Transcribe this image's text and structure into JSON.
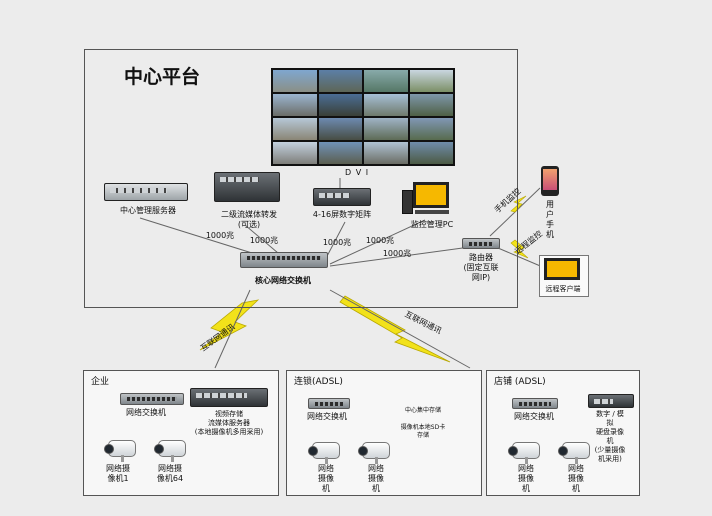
{
  "center": {
    "title": "中心平台",
    "mgmt_server": "中心管理服务器",
    "media_server": "二级流媒体转发\n(可选)",
    "matrix": "4-16屏数字矩阵",
    "dvi": "D V I",
    "pc": "监控管理PC",
    "core_switch": "核心网络交换机",
    "router": "路由器\n(固定互联\n网IP)",
    "link_1000": "1000兆",
    "phone_link": "手机监控",
    "remote_link": "远程监控",
    "user_phone": "用\n户\n手\n机",
    "remote_client": "远程客户端"
  },
  "links": {
    "internet_1": "互联网通讯",
    "internet_2": "互联网通讯"
  },
  "enterprise": {
    "title": "企业",
    "switch": "网络交换机",
    "storage": "视频存储\n流媒体服务器\n(本地摄像机多用采用)",
    "cam1": "网络摄\n像机1",
    "cam64": "网络摄\n像机64"
  },
  "chain": {
    "title": "连锁(ADSL)",
    "switch": "网络交换机",
    "note1": "中心集中存储",
    "note2": "摄像机本地SD卡\n存储",
    "cam_a": "网络\n摄像\n机",
    "cam_b": "网络\n摄像\n机"
  },
  "store": {
    "title": "店铺 (ADSL)",
    "switch": "网络交换机",
    "dvr": "数字 / 模\n拟\n硬盘录像\n机\n(少量摄像\n机采用)",
    "cam_a": "网络\n摄像\n机",
    "cam_b": "网络\n摄像\n机"
  }
}
